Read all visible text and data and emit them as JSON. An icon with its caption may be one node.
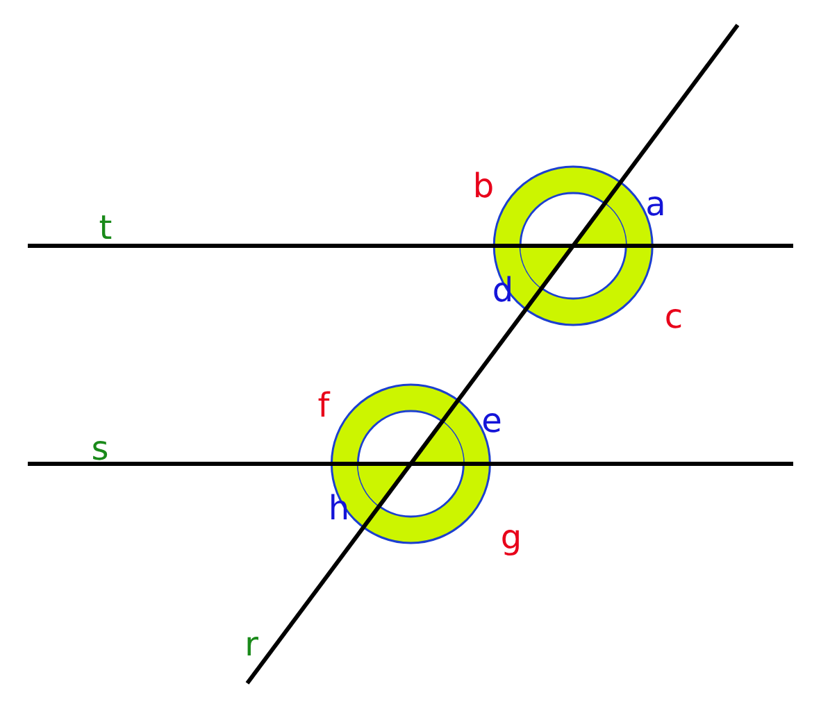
{
  "diagram": {
    "labels": [
      "b",
      "a",
      "t",
      "d",
      "c",
      "f",
      "e",
      "s",
      "h",
      "g",
      "r"
    ]
  }
}
